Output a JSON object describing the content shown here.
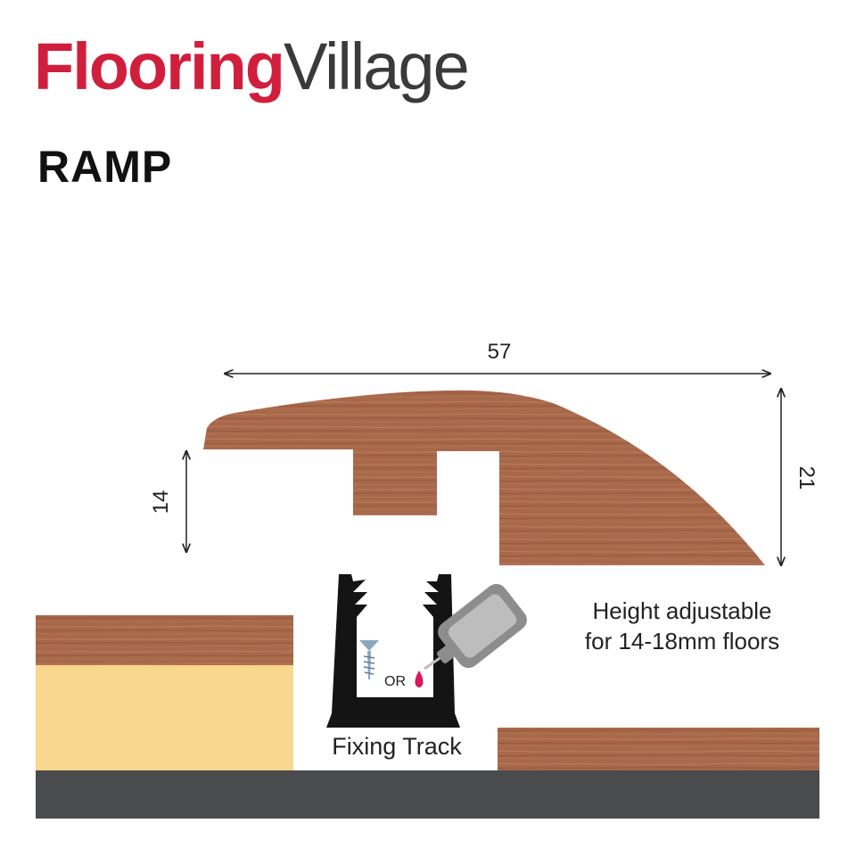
{
  "logo": {
    "part1": "Flooring",
    "part2": "Village"
  },
  "title": "RAMP",
  "dimensions": {
    "width": "57",
    "height_total": "21",
    "height_step": "14"
  },
  "labels": {
    "height_line1": "Height adjustable",
    "height_line2": "for 14-18mm floors",
    "or": "OR",
    "fixing_track": "Fixing Track"
  },
  "colors": {
    "brand_red": "#d01f3c",
    "wood": "#a8684a",
    "underlay": "#f9d78e",
    "subfloor": "#4a4b4d",
    "track": "#141414"
  },
  "icons": [
    "screw-icon",
    "glue-tube-icon",
    "glue-drop-icon"
  ]
}
